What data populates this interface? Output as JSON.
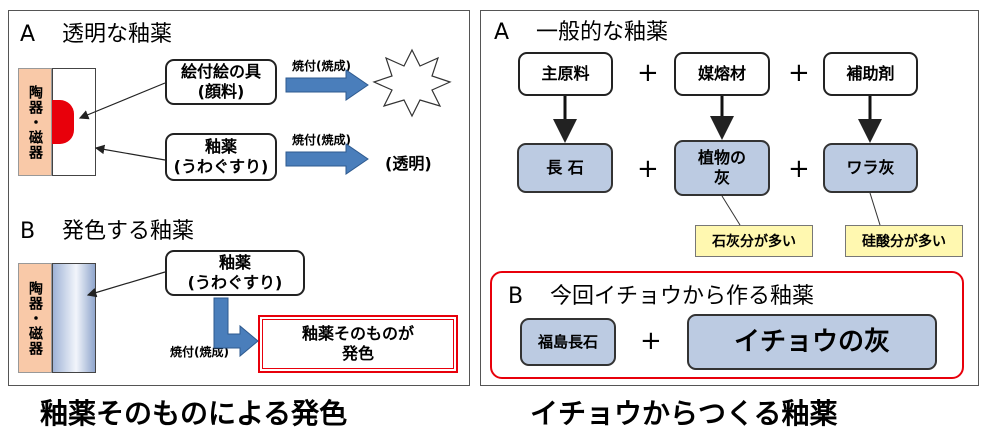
{
  "left": {
    "sectionA": {
      "letter": "A",
      "title": "透明な釉薬"
    },
    "sectionB": {
      "letter": "B",
      "title": "発色する釉薬"
    },
    "pottery_label": "陶器・磁器",
    "paint_box": "絵付絵の具\n(顔料)",
    "glaze_box_a": "釉薬\n(うわぐすり)",
    "fire_label_1": "焼付(焼成)",
    "fire_label_2": "焼付(焼成)",
    "color_burst": "発色",
    "transparent": "(透明)",
    "glaze_box_b": "釉薬\n(うわぐすり)",
    "fire_label_3": "焼付(焼成)",
    "result_box": "釉薬そのものが\n発色",
    "caption": "釉薬そのものによる発色"
  },
  "right": {
    "sectionA": {
      "letter": "A",
      "title": "一般的な釉薬"
    },
    "top_row": [
      "主原料",
      "媒熔材",
      "補助剤"
    ],
    "bottom_row": [
      "長 石",
      "植物の\n灰",
      "ワラ灰"
    ],
    "plus": "+",
    "notes": [
      "石灰分が多い",
      "硅酸分が多い"
    ],
    "sectionB": {
      "letter": "B",
      "title": "今回イチョウから作る釉薬"
    },
    "b_left": "福島長石",
    "b_right": "イチョウの灰",
    "caption": "イチョウからつくる釉薬"
  },
  "colors": {
    "accent_red": "#e8000b",
    "arrow_blue": "#4a7ebb",
    "box_blue": "#bccbe2",
    "note_yellow": "#fff8b0",
    "pot": "#f9c9a8"
  }
}
